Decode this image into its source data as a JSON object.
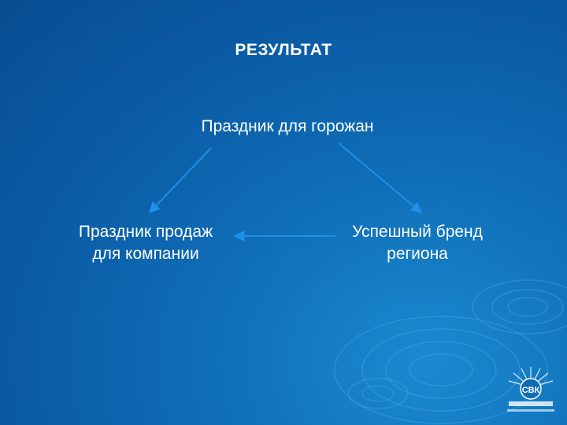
{
  "slide": {
    "title": "РЕЗУЛЬТАТ",
    "nodes": {
      "top": "Праздник для горожан",
      "left_line1": "Праздник продаж",
      "left_line2": "для компании",
      "right_line1": "Успешный бренд",
      "right_line2": "региона"
    }
  },
  "logo": {
    "icon": "company-logo-icon",
    "text": "СВК"
  },
  "colors": {
    "background": "#0a5aa3",
    "text": "#ffffff",
    "arrow": "#1e90e8"
  }
}
